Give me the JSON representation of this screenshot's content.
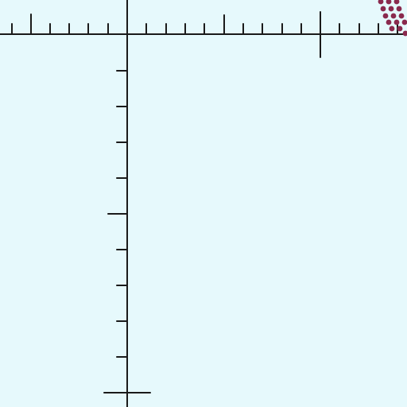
{
  "canvas": {
    "background_color": "#e6f9fc"
  },
  "axes": {
    "stroke_color": "#1a1a1a",
    "x_axis": {
      "minor_ticks": 21,
      "major_tick_positions": [
        "origin",
        "right-major"
      ]
    },
    "y_axis": {
      "minor_ticks": 9,
      "major_tick_positions": [
        "middle",
        "bottom"
      ]
    }
  },
  "dots": {
    "color": "#8a2a4e",
    "pattern": "diagonal-dot-cluster",
    "location": "top-right-corner"
  }
}
